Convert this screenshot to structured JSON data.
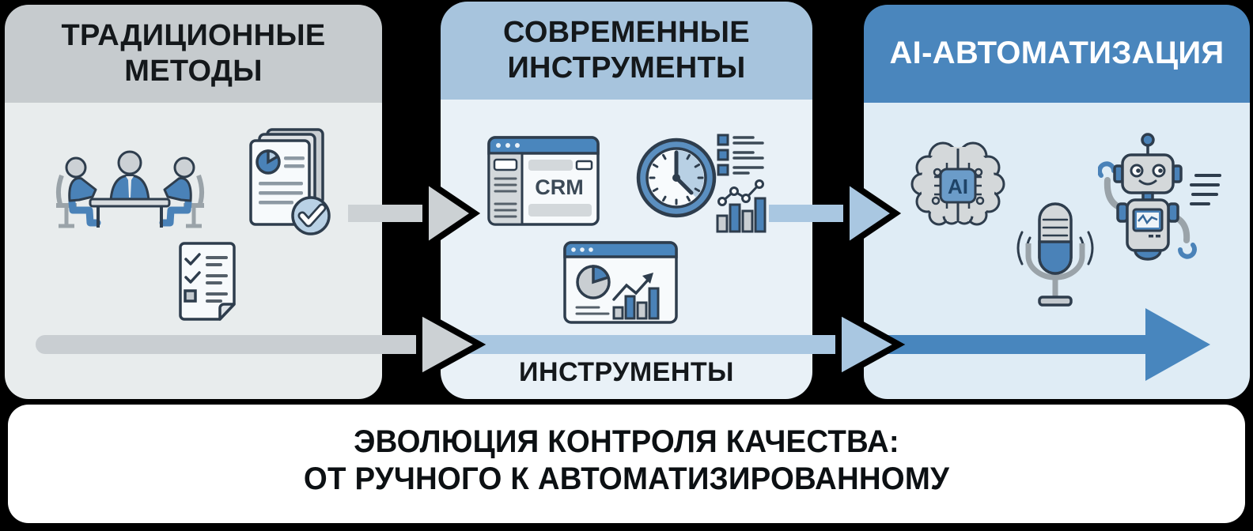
{
  "stages": [
    {
      "id": "traditional-methods",
      "title_lines": [
        "ТРАДИЦИОННЫЕ",
        "МЕТОДЫ"
      ],
      "icons": [
        "meeting-discussion",
        "approved-report",
        "checklist-document"
      ],
      "header_color": "#c6cbce",
      "body_color": "#e8eced"
    },
    {
      "id": "modern-tools",
      "title_lines": [
        "СОВРЕМЕННЫЕ",
        "ИНСТРУМЕНТЫ"
      ],
      "icons": [
        "crm-window",
        "time-tracking-analytics",
        "analytics-dashboard"
      ],
      "crm_label": "CRM",
      "header_color": "#a7c4dd",
      "body_color": "#e9f1f7"
    },
    {
      "id": "ai-automation",
      "title_lines": [
        "AI-АВТОМАТИЗАЦИЯ"
      ],
      "icons": [
        "ai-brain-chip",
        "voice-microphone",
        "robot-assistant"
      ],
      "chip_label": "AI",
      "header_color": "#4a86bd",
      "body_color": "#dfecf5",
      "title_color": "#ffffff"
    }
  ],
  "timeline": {
    "label": "ИНСТРУМЕНТЫ",
    "segment_colors": [
      "#c9ced2",
      "#a9c7e1",
      "#4886be"
    ],
    "direction": "left-to-right"
  },
  "caption": {
    "line1": "ЭВОЛЮЦИЯ КОНТРОЛЯ КАЧЕСТВА:",
    "line2": "ОТ РУЧНОГО К АВТОМАТИЗИРОВАННОМУ"
  },
  "colors": {
    "background": "#000000",
    "caption_band": "#ffffff",
    "caption_text": "#0c1013",
    "arrow_gray": "#ccd1d4",
    "arrow_light_blue": "#a9c7e1",
    "arrow_blue": "#4886be",
    "icon_blue": "#4a82b8",
    "icon_light_blue": "#b8d0e4",
    "icon_gray": "#ccd1d5",
    "icon_outline": "#2e3d4d"
  }
}
